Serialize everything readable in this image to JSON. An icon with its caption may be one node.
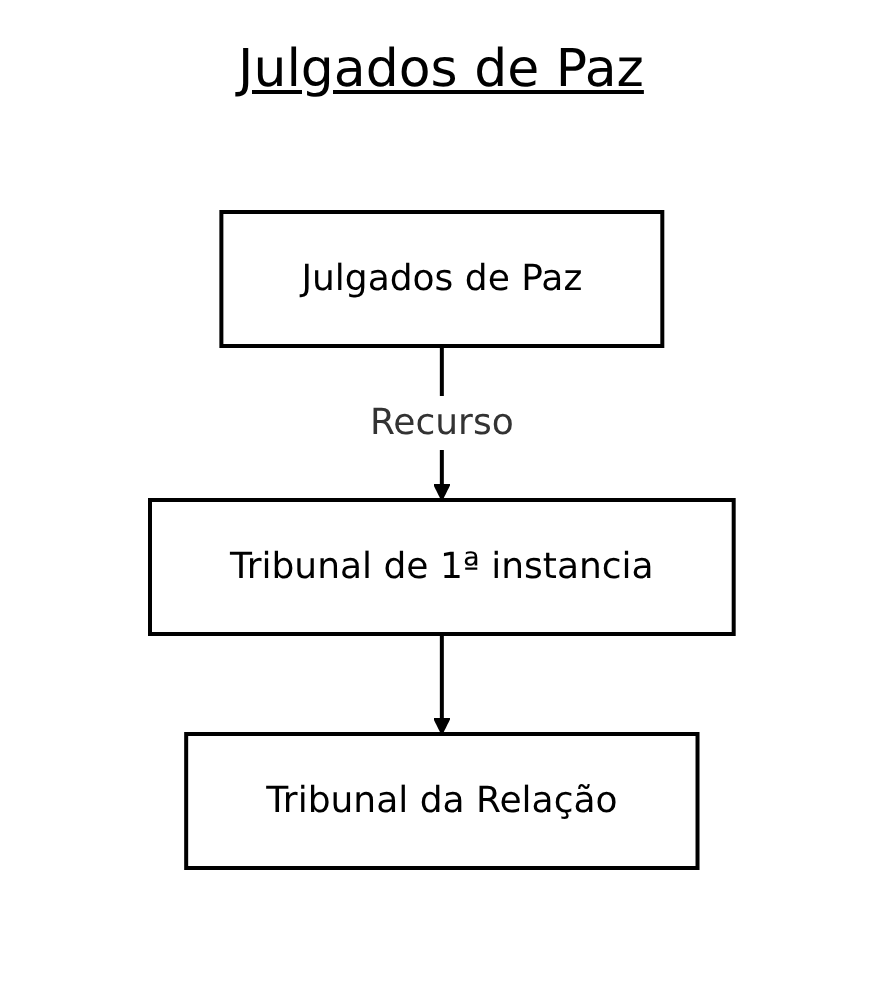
{
  "diagram": {
    "title": "Julgados de Paz",
    "nodes": [
      {
        "text": [
          "Tribunal da Relação"
        ]
      },
      {
        "text": [
          "Julgados de Paz"
        ]
      },
      {
        "text": [
          "Tribunal de 1ª instancia"
        ]
      }
    ],
    "edges": [
      {
        "from": 2,
        "to": 0,
        "arrow": "to"
      },
      {
        "from": 1,
        "to": 2,
        "arrow": "to",
        "label": "Recurso"
      }
    ]
  }
}
